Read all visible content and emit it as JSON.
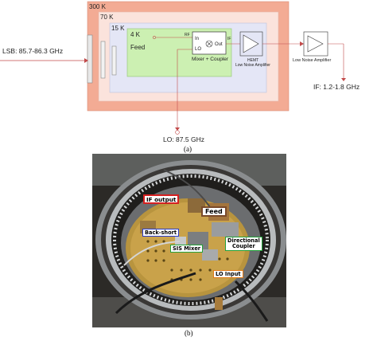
{
  "figure_a": {
    "stages": {
      "k300": "300 K",
      "k70": "70 K",
      "k15": "15 K",
      "k4": "4 K"
    },
    "input_label": "LSB: 85.7-86.3 GHz",
    "feed_label": "Feed",
    "rf_label": "RF",
    "mixer": {
      "in": "In",
      "lo": "LO",
      "out": "Out",
      "if": "IF",
      "caption": "Mixer + Coupler"
    },
    "hemt_caption_1": "HEMT",
    "hemt_caption_2": "Low Noise Amplifier",
    "lna_caption": "Low Noise Amplifier",
    "if_output_label": "IF: 1.2-1.8 GHz",
    "lo_label": "LO: 87.5 GHz",
    "panel_label": "(a)",
    "colors": {
      "stage_300k": "#f3ab94",
      "stage_70k": "#fbe3dc",
      "stage_15k": "#e4e6f6",
      "stage_4k": "#ccf0b2",
      "signal_line": "#c24a4a"
    }
  },
  "figure_b": {
    "labels": {
      "if_output": "IF output",
      "feed": "Feed",
      "back_short": "Back-short",
      "sis_mixer": "SIS Mixer",
      "directional_coupler_1": "Directional",
      "directional_coupler_2": "Coupler",
      "lo_input": "LO Input"
    },
    "label_colors": {
      "if_output": "#d62020",
      "feed": "#7a4a2a",
      "back_short": "#2a3cc8",
      "sis_mixer": "#23a23a",
      "directional_coupler": "#23a23a",
      "lo_input": "#e07a18"
    },
    "panel_label": "(b)"
  }
}
